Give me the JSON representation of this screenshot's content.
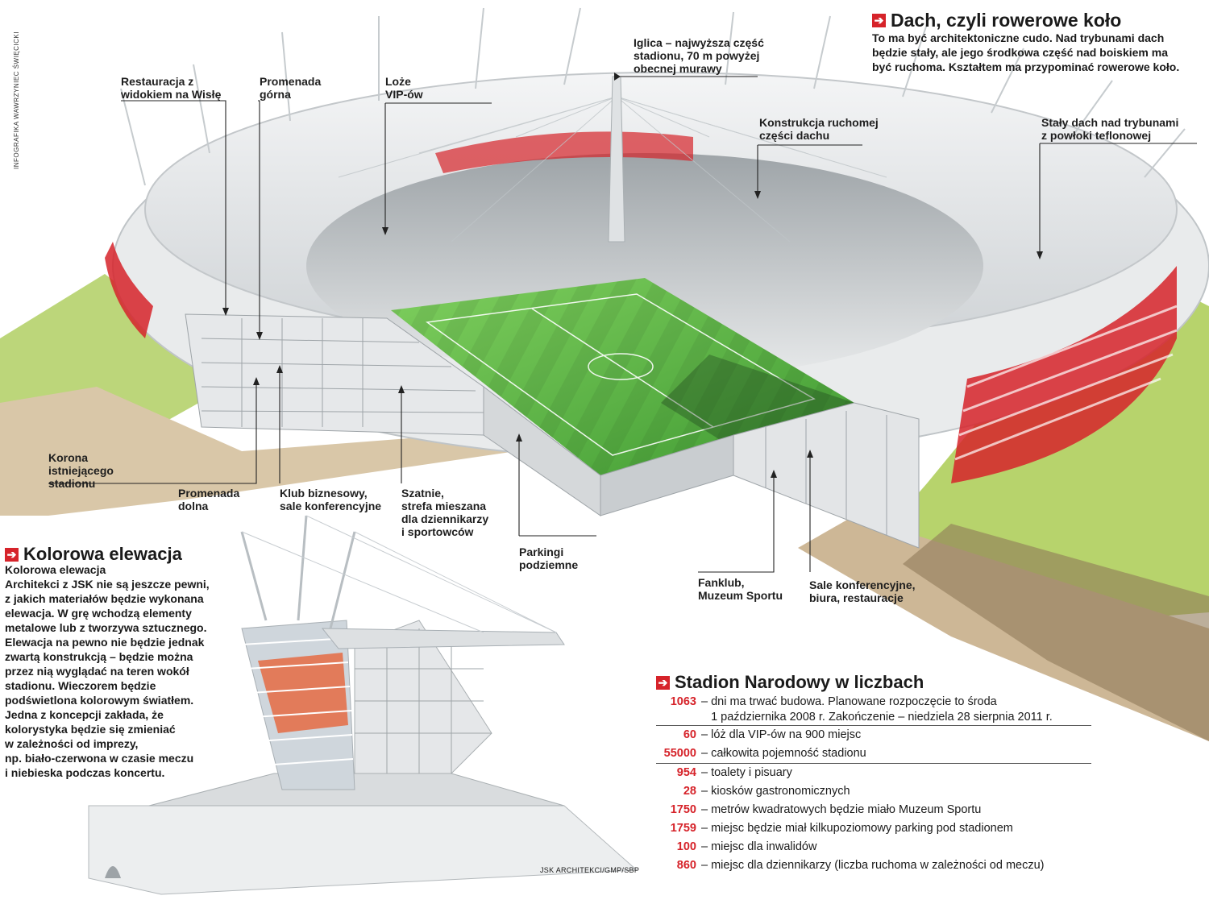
{
  "credit": "INFOGRAFIKA WAWRZYNIEC ŚWIĘCICKI",
  "source": "JSK ARCHITEKCI/GMP/SBP",
  "labels": {
    "restauracja": [
      "Restauracja z",
      "widokiem na Wisłę"
    ],
    "promenada_gorna": [
      "Promenada",
      "górna"
    ],
    "loze_vip": [
      "Loże",
      "VIP-ów"
    ],
    "iglica": [
      "Iglica – najwyższa część",
      "stadionu,  70 m powyżej",
      "obecnej murawy"
    ],
    "konstrukcja": [
      "Konstrukcja ruchomej",
      "części dachu"
    ],
    "staly_dach": [
      "Stały dach nad trybunami",
      "z powłoki teflonowej"
    ],
    "korona": [
      "Korona",
      "istniejącego",
      "stadionu"
    ],
    "promenada_dolna": [
      "Promenada",
      "dolna"
    ],
    "klub": [
      "Klub biznesowy,",
      "sale konferencyjne"
    ],
    "szatnie": [
      "Szatnie,",
      "strefa mieszana",
      "dla dziennikarzy",
      "i sportowców"
    ],
    "parkingi": [
      "Parkingi",
      "podziemne"
    ],
    "fanklub": [
      "Fanklub,",
      "Muzeum Sportu"
    ],
    "sale": [
      "Sale konferencyjne,",
      "biura,  restauracje"
    ]
  },
  "roof": {
    "title": "Dach, czyli rowerowe koło",
    "lines": [
      "To ma być architektoniczne cudo. Nad trybunami dach",
      "będzie stały, ale jego środkowa część nad boiskiem ma",
      "być ruchoma. Kształtem ma przypominać rowerowe koło."
    ]
  },
  "facade": {
    "title": "Kolorowa elewacja",
    "lines": [
      "Kolorowa elewacja",
      "Architekci z JSK nie są jeszcze pewni,",
      "z jakich materiałów będzie wykonana",
      "elewacja. W grę wchodzą elementy",
      "metalowe lub z tworzywa sztucznego.",
      "Elewacja na pewno nie będzie jednak",
      "zwartą konstrukcją – będzie można",
      "przez nią wyglądać na teren wokół",
      "stadionu. Wieczorem będzie",
      "podświetlona kolorowym światłem.",
      "Jedna z koncepcji zakłada, że",
      "kolorystyka będzie się zmieniać",
      "w zależności od imprezy,",
      "np. biało-czerwona w czasie meczu",
      "i niebieska podczas koncertu."
    ]
  },
  "stats": {
    "title": "Stadion Narodowy w liczbach",
    "rows": [
      {
        "num": "1063",
        "text": "– dni ma trwać budowa. Planowane rozpoczęcie to środa"
      },
      {
        "num": "",
        "text": "   1 października 2008 r. Zakończenie – niedziela 28 sierpnia 2011 r."
      },
      {
        "num": "60",
        "text": "– lóż dla VIP-ów na 900 miejsc"
      },
      {
        "num": "55000",
        "text": "– całkowita pojemność stadionu"
      },
      {
        "num": "954",
        "text": "– toalety i pisuary"
      },
      {
        "num": "28",
        "text": "– kiosków gastronomicznych"
      },
      {
        "num": "1750",
        "text": "– metrów kwadratowych będzie miało Muzeum Sportu"
      },
      {
        "num": "1759",
        "text": "– miejsc będzie miał kilkupoziomowy parking pod stadionem"
      },
      {
        "num": "100",
        "text": "– miejsc dla inwalidów"
      },
      {
        "num": "860",
        "text": "– miejsc dla dziennikarzy (liczba ruchoma w zależności od meczu)"
      }
    ]
  },
  "colors": {
    "accent": "#d6232a",
    "pitch": "#4faa3a",
    "grass": "#a9cf62",
    "earth": "#d6c3a4",
    "structure": "#e4e6e8"
  }
}
